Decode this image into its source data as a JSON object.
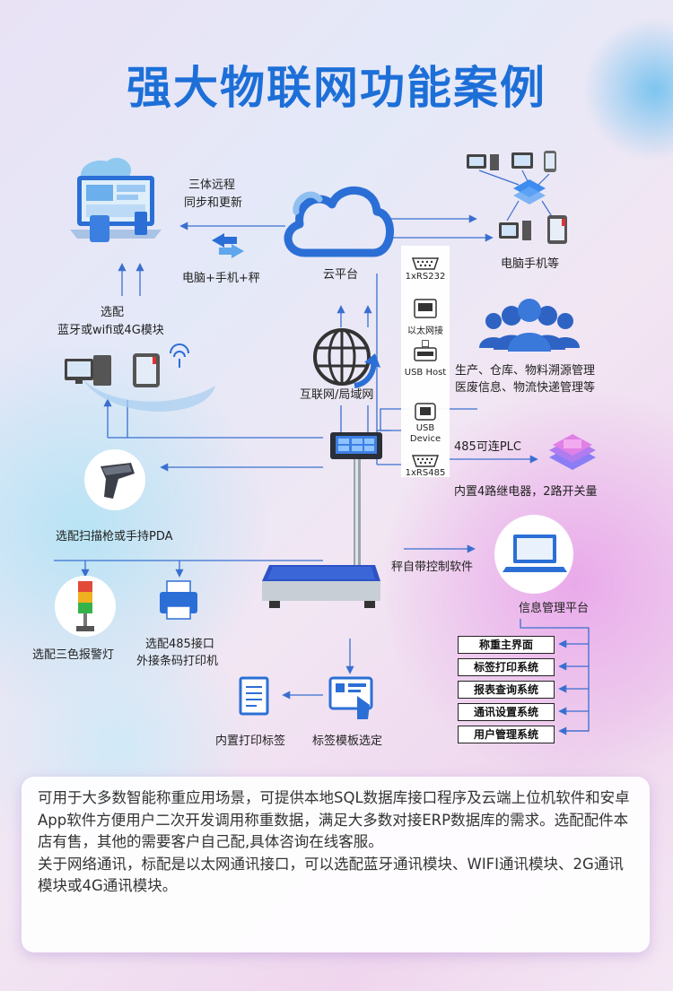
{
  "title": "强大物联网功能案例",
  "labels": {
    "sync_l1": "三体远程",
    "sync_l2": "同步和更新",
    "pc_phone_scale": "电脑+手机+秤",
    "cloud": "云平台",
    "pc_phone_etc": "电脑手机等",
    "option_l1": "选配",
    "option_l2": "蓝牙或wifi或4G模块",
    "internet": "互联网/局域网",
    "industry_l1": "生产、仓库、物料溯源管理",
    "industry_l2": "医废信息、物流快递管理等",
    "plc": "485可连PLC",
    "relay": "内置4路继电器，2路开关量",
    "scanner": "选配扫描枪或手持PDA",
    "control_software": "秤自带控制软件",
    "info_platform": "信息管理平台",
    "alarm_light": "选配三色报警灯",
    "printer_l1": "选配485接口",
    "printer_l2": "外接条码打印机",
    "print_label": "内置打印标签",
    "template": "标签模板选定"
  },
  "ports": [
    {
      "label": "1xRS232"
    },
    {
      "label": "以太网接口"
    },
    {
      "label": "USB Host"
    },
    {
      "label": "USB Device"
    },
    {
      "label": "1xRS485"
    }
  ],
  "menu": [
    "称重主界面",
    "标签打印系统",
    "报表查询系统",
    "通讯设置系统",
    "用户管理系统"
  ],
  "description": {
    "para1": "可用于大多数智能称重应用场景，可提供本地SQL数据库接口程序及云端上位机软件和安卓App软件方便用户二次开发调用称重数据，满足大多数对接ERP数据库的需求。选配配件本店有售，其他的需要客户自己配,具体咨询在线客服。",
    "para2": "关于网络通讯，标配是以太网通讯接口，可以选配蓝牙通讯模块、WIFI通讯模块、2G通讯模块或4G通讯模块。"
  },
  "colors": {
    "title": "#1d6fd8",
    "line": "#3a6fd0",
    "icon_blue": "#2b6fd6",
    "people": "#2e63c4"
  }
}
